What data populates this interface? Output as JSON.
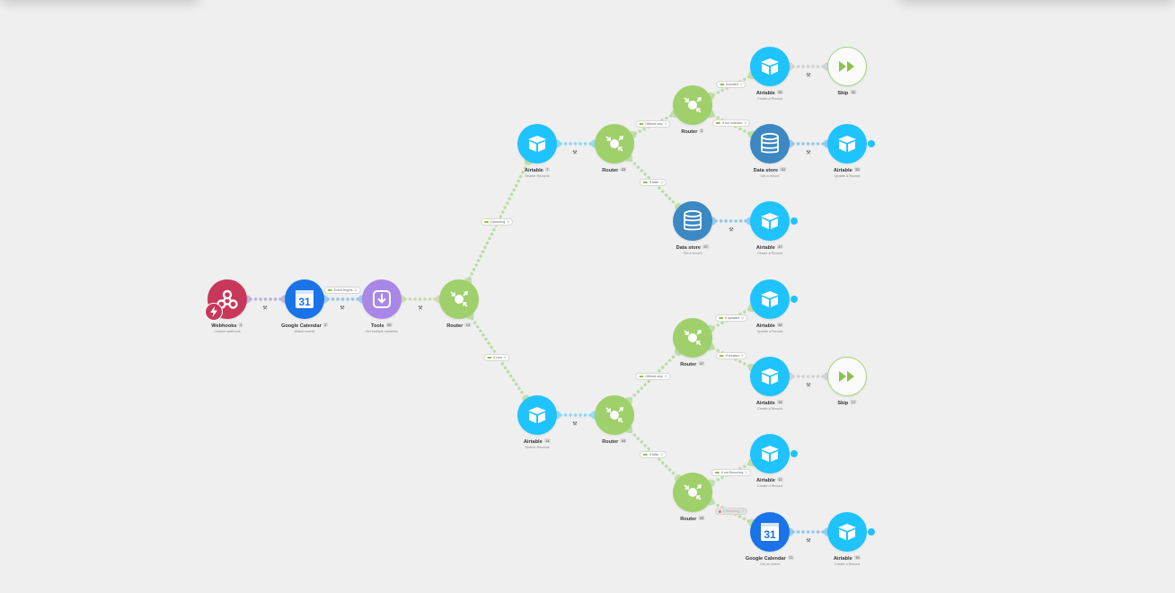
{
  "modules": [
    {
      "id": "webhooks",
      "type": "webhooks",
      "icon": "webhook-icon",
      "title": "Webhooks",
      "num": "1",
      "sub": "Custom webhook"
    },
    {
      "id": "gcal1",
      "type": "gcal",
      "icon": "google-calendar-icon",
      "title": "Google Calendar",
      "num": "2",
      "sub": "Watch events"
    },
    {
      "id": "tools",
      "type": "tools",
      "icon": "tools-icon",
      "title": "Tools",
      "num": "26",
      "sub": "Set multiple variables"
    },
    {
      "id": "router_main",
      "type": "router",
      "icon": "router-icon",
      "title": "Router",
      "num": "13",
      "sub": ""
    },
    {
      "id": "at_top",
      "type": "airtable",
      "icon": "airtable-icon",
      "title": "Airtable",
      "num": "7",
      "sub": "Search Records"
    },
    {
      "id": "router_top",
      "type": "router",
      "icon": "router-icon",
      "title": "Router",
      "num": "25",
      "sub": ""
    },
    {
      "id": "router_top_a",
      "type": "router",
      "icon": "router-icon",
      "title": "Router",
      "num": "3",
      "sub": ""
    },
    {
      "id": "at_r1",
      "type": "airtable",
      "icon": "airtable-icon",
      "title": "Airtable",
      "num": "30",
      "sub": "Create a Record"
    },
    {
      "id": "skip1",
      "type": "skip",
      "icon": "skip-icon",
      "title": "Skip",
      "num": "31",
      "sub": ""
    },
    {
      "id": "ds_r2",
      "type": "datastore",
      "icon": "data-store-icon",
      "title": "Data store",
      "num": "34",
      "sub": "Get a record"
    },
    {
      "id": "at_r2b",
      "type": "airtable",
      "icon": "airtable-icon",
      "title": "Airtable",
      "num": "33",
      "sub": "Update a Record"
    },
    {
      "id": "ds_r3",
      "type": "datastore",
      "icon": "data-store-icon",
      "title": "Data store",
      "num": "47",
      "sub": "Get a record"
    },
    {
      "id": "at_r3b",
      "type": "airtable",
      "icon": "airtable-icon",
      "title": "Airtable",
      "num": "47",
      "sub": "Create a Record"
    },
    {
      "id": "at_bot",
      "type": "airtable",
      "icon": "airtable-icon",
      "title": "Airtable",
      "num": "14",
      "sub": "Search Records"
    },
    {
      "id": "router_bot",
      "type": "router",
      "icon": "router-icon",
      "title": "Router",
      "num": "44",
      "sub": ""
    },
    {
      "id": "router_bot_a",
      "type": "router",
      "icon": "router-icon",
      "title": "Router",
      "num": "47",
      "sub": ""
    },
    {
      "id": "at_b1",
      "type": "airtable",
      "icon": "airtable-icon",
      "title": "Airtable",
      "num": "44",
      "sub": "Update a Record"
    },
    {
      "id": "at_b2",
      "type": "airtable",
      "icon": "airtable-icon",
      "title": "Airtable",
      "num": "18",
      "sub": "Create a Record"
    },
    {
      "id": "skip2",
      "type": "skip",
      "icon": "skip-icon",
      "title": "Skip",
      "num": "17",
      "sub": ""
    },
    {
      "id": "router_bot_b",
      "type": "router",
      "icon": "router-icon",
      "title": "Router",
      "num": "43",
      "sub": ""
    },
    {
      "id": "at_b3",
      "type": "airtable",
      "icon": "airtable-icon",
      "title": "Airtable",
      "num": "11",
      "sub": "Create a Record"
    },
    {
      "id": "gcal2",
      "type": "gcal",
      "icon": "google-calendar-icon",
      "title": "Google Calendar",
      "num": "71",
      "sub": "Get an event"
    },
    {
      "id": "at_b4",
      "type": "airtable",
      "icon": "airtable-icon",
      "title": "Airtable",
      "num": "76",
      "sub": "Create a Record"
    }
  ],
  "filters": [
    {
      "id": "f_gcal_tools",
      "label": "Event begins"
    },
    {
      "id": "f_upcoming",
      "label": "Upcoming"
    },
    {
      "id": "f_top_onlynew",
      "label": "Offered only"
    },
    {
      "id": "f_top_else",
      "label": "If false"
    },
    {
      "id": "f_ra_1",
      "label": "Included"
    },
    {
      "id": "f_ra_2",
      "label": "If not Included"
    },
    {
      "id": "f_isnew",
      "label": "If new"
    },
    {
      "id": "f_bot_onlynew",
      "label": "Offered only"
    },
    {
      "id": "f_bot_else",
      "label": "If false"
    },
    {
      "id": "f_rb_1",
      "label": "If updated"
    },
    {
      "id": "f_rb_2",
      "label": "If created"
    },
    {
      "id": "f_rc_1",
      "label": "If not Recurring"
    },
    {
      "id": "f_rc_2",
      "label": "If Recurring"
    }
  ],
  "colors": {
    "airtable": "#1ec3ff",
    "router": "#9fd06b",
    "datastore": "#3b88c3",
    "gcal": "#1a73e8",
    "webhooks": "#c9375a",
    "tools": "#a987e6",
    "background": "#efefef"
  }
}
